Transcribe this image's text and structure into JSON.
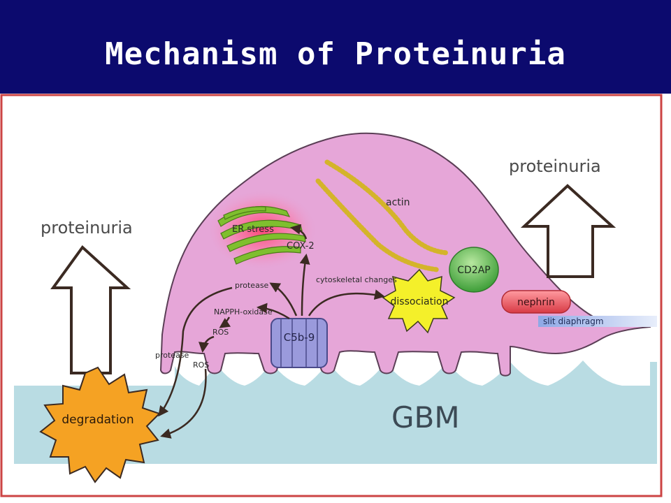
{
  "title": "Mechanism of Proteinuria",
  "labels": {
    "proteinuria_left": "proteinuria",
    "proteinuria_right": "proteinuria",
    "actin": "actin",
    "er_stress": "ER stress",
    "cox2": "COX-2",
    "cytoskeletal_changes": "cytoskeletal changes",
    "cd2ap": "CD2AP",
    "dissociation": "dissociation",
    "nephrin": "nephrin",
    "slit_diaphragm": "slit diaphragm",
    "protease_upper": "protease",
    "napph_oxidase": "NAPPH-oxidase",
    "ros_upper": "ROS",
    "c5b9": "C5b-9",
    "protease_lower": "protease",
    "ros_lower": "ROS",
    "degradation": "degradation",
    "gbm": "GBM"
  },
  "colors": {
    "title_bg": "#0c0a6e",
    "title_text": "#ffffff",
    "cell_fill": "#e6a6d8",
    "cell_stroke": "#4a3a4a",
    "gbm": "#b9dce3",
    "degradation": "#f5a223",
    "dissociation": "#f4f02a",
    "cd2ap": "#54b84a",
    "nephrin": "#e8505a",
    "c5b9": "#9a9adc",
    "er": "#7fbf2e",
    "actin": "#e3c63a"
  }
}
